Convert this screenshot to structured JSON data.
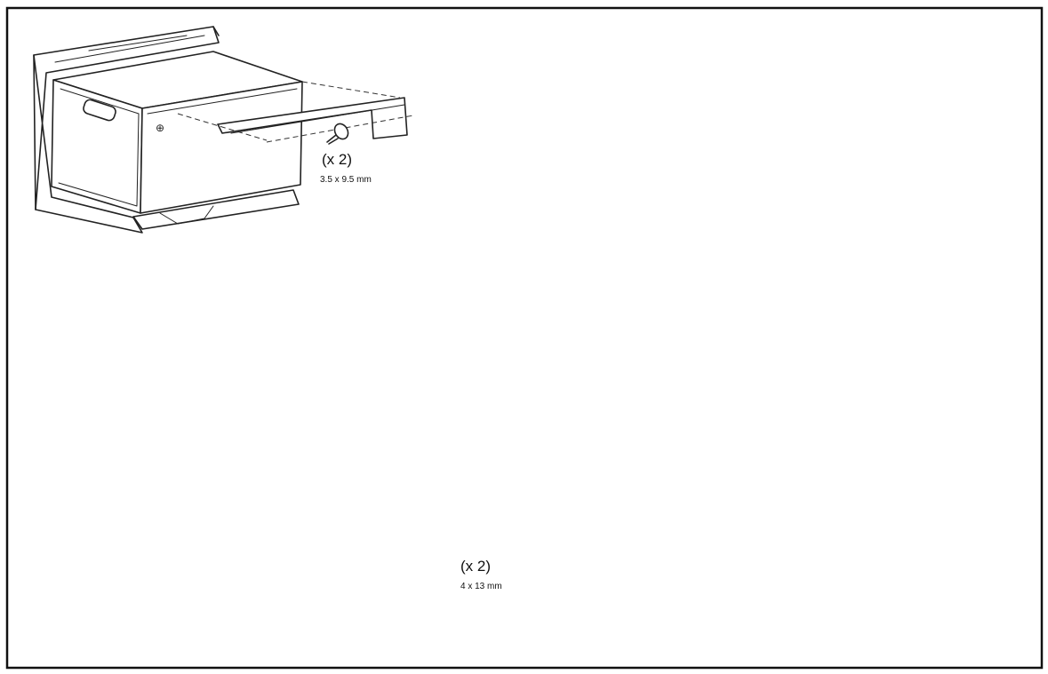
{
  "step1": {
    "quantity": "(x 2)",
    "screw_size": "3.5 x 9.5 mm"
  },
  "step3": {
    "quantity": "(x 2)",
    "screw_size": "4 x 13 mm"
  },
  "icons": [
    "screw-icon",
    "plug-icon",
    "power-socket-icon",
    "arrow-icon",
    "hand-icon",
    "screwdriver-icon"
  ]
}
